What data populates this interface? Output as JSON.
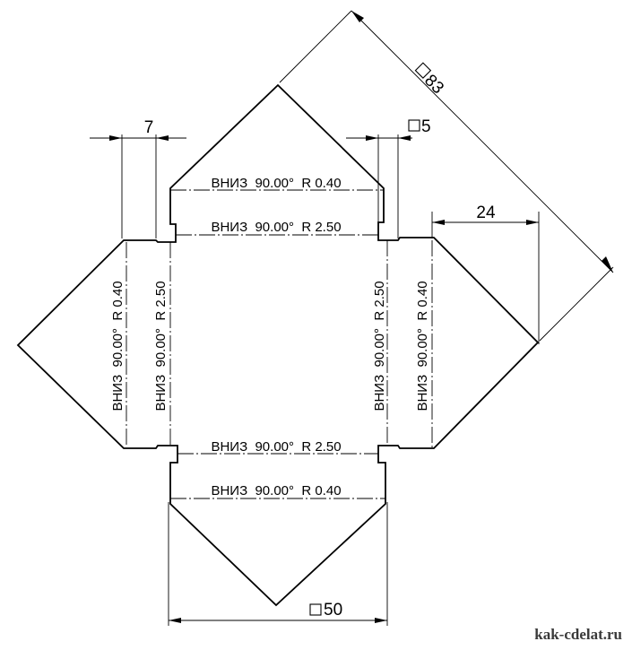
{
  "bend_labels": {
    "top_outer": "ВНИЗ  90.00°  R 0.40",
    "top_inner": "ВНИЗ  90.00°  R 2.50",
    "bottom_inner": "ВНИЗ  90.00°  R 2.50",
    "bottom_outer": "ВНИЗ  90.00°  R 0.40",
    "left_outer": "ВНИЗ  90.00°  R 0.40",
    "left_inner": "ВНИЗ  90.00°  R 2.50",
    "right_inner": "ВНИЗ  90.00°  R 2.50",
    "right_outer": "ВНИЗ  90.00°  R 0.40"
  },
  "dimensions": {
    "tab_width": "7",
    "slot_size": "5",
    "diagonal": "83",
    "flap_depth": "24",
    "base_size": "50"
  },
  "watermark": "kak-cdelat.ru"
}
